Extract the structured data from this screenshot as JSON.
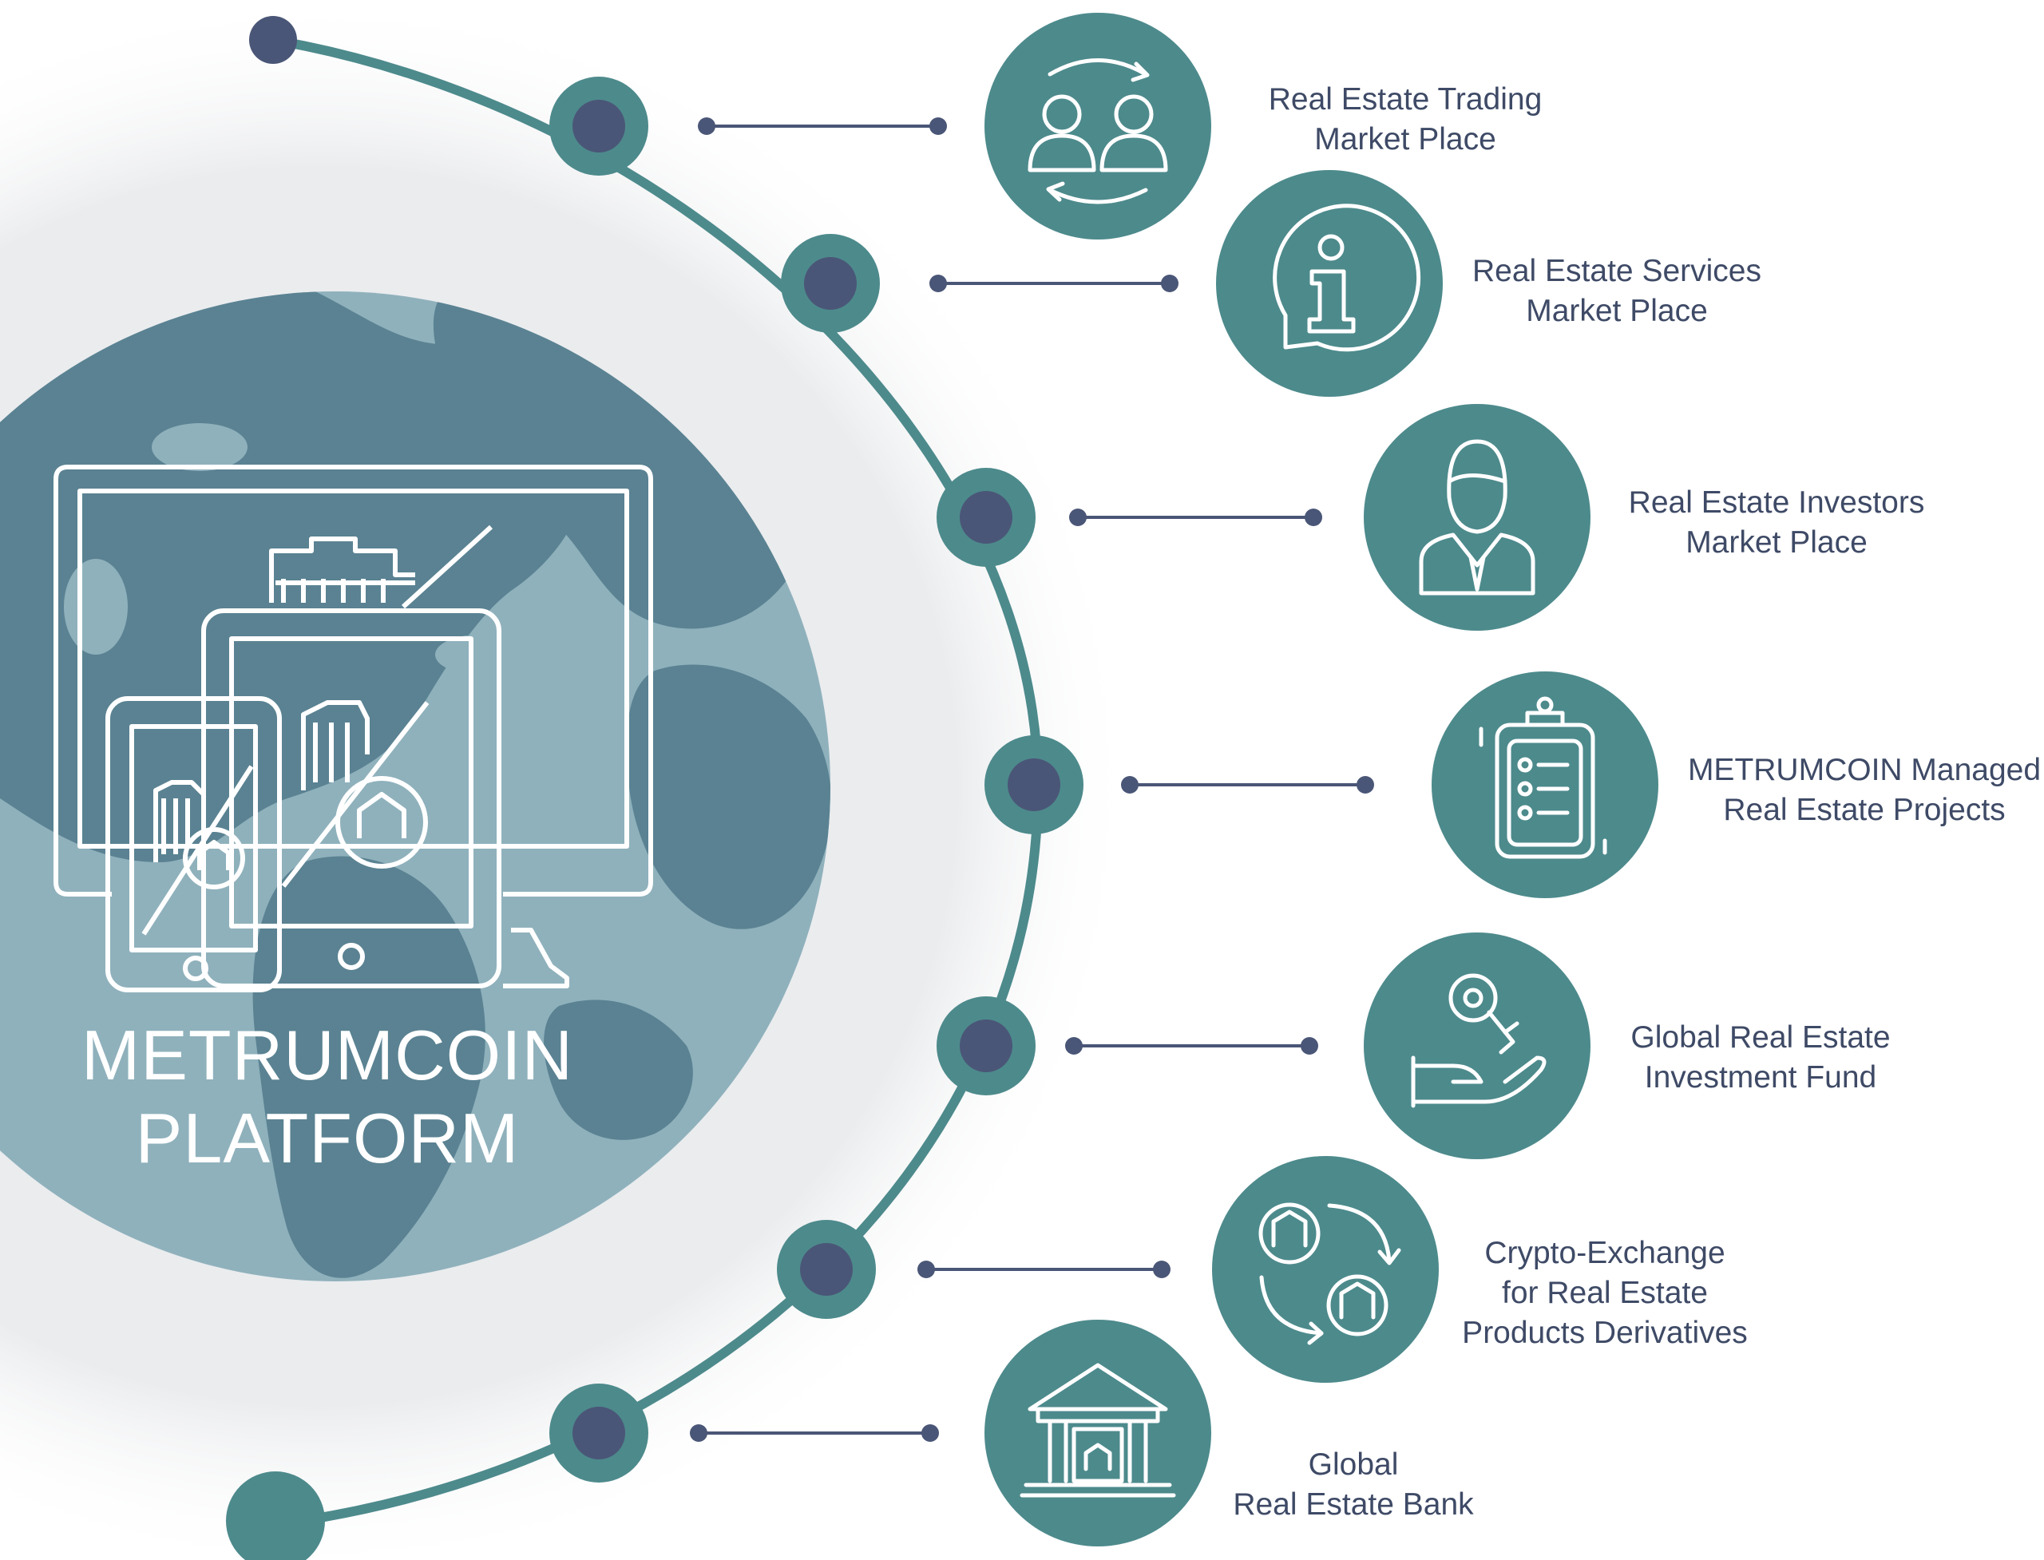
{
  "platform": {
    "line1": "METRUMCOIN",
    "line2": "PLATFORM"
  },
  "nodes": [
    {
      "icon": "traders-exchange-icon",
      "lines": [
        "Real Estate Trading",
        "Market Place"
      ]
    },
    {
      "icon": "info-bubble-icon",
      "lines": [
        "Real Estate Services",
        "Market Place"
      ]
    },
    {
      "icon": "investor-icon",
      "lines": [
        "Real Estate Investors",
        "Market Place"
      ]
    },
    {
      "icon": "clipboard-checklist-icon",
      "lines": [
        "METRUMCOIN Managed",
        "Real Estate Projects"
      ]
    },
    {
      "icon": "hand-key-icon",
      "lines": [
        "Global Real Estate",
        "Investment Fund"
      ]
    },
    {
      "icon": "coin-exchange-icon",
      "lines": [
        "Crypto-Exchange",
        "for Real Estate",
        "Products Derivatives"
      ]
    },
    {
      "icon": "bank-building-icon",
      "lines": [
        "Global",
        "Real Estate Bank"
      ]
    }
  ],
  "colors": {
    "teal": "#4d8a8c",
    "navy": "#4a5677",
    "globe_dark": "#5a8292",
    "globe_light": "#8fb1bc"
  }
}
